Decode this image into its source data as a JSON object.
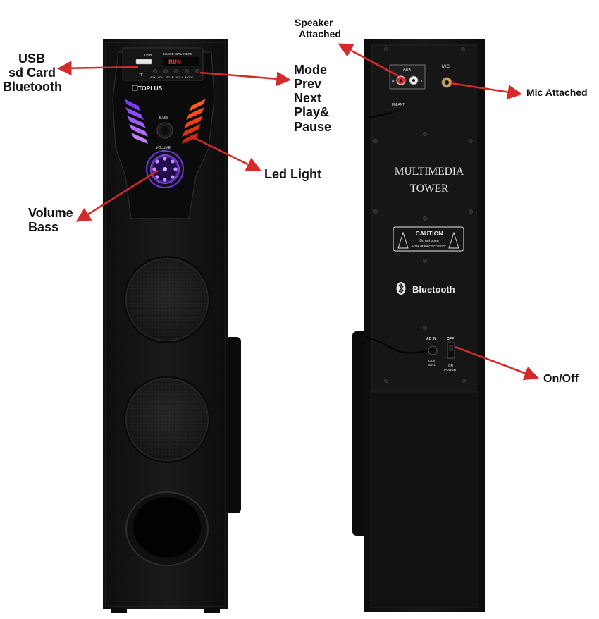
{
  "colors": {
    "arrow": "#d42a2a",
    "cabinet": "#121212",
    "panel": "#1b1b1b",
    "led_purple": "#7b3cff",
    "led_orange": "#ff5a1f",
    "display_red": "#ff2a2a",
    "print_light": "#e6e6e6"
  },
  "annotations": {
    "usb": [
      "USB",
      "sd Card",
      "Bluetooth"
    ],
    "controls": [
      "Mode",
      "Prev",
      "Next",
      "Play&",
      "Pause"
    ],
    "led": "Led Light",
    "volume": [
      "Volume",
      "Bass"
    ],
    "speaker": [
      "Speaker",
      "Attached"
    ],
    "mic": "Mic Attached",
    "power": "On/Off"
  },
  "front_panel": {
    "usb_label": "USB",
    "tf_label": "TF",
    "display_title": "MUSIC SPEAKERS",
    "display_readout": "RUN",
    "buttons_legend": "AUX   VOL-   SCAN   VOL+   MODE",
    "brand": "TOPLUS",
    "bass_label": "BASS",
    "volume_label": "VOLUME"
  },
  "back_panel": {
    "aux_label": "AUX",
    "aux_r": "R",
    "aux_l": "L",
    "mic_label": "MIC",
    "fm_label": "FM ANT.",
    "title_line1": "MULTIMEDIA",
    "title_line2": "TOWER",
    "caution_title": "CAUTION",
    "caution_line1": "Do not open",
    "caution_line2": "Risk of electric Shock",
    "bluetooth_label": "Bluetooth",
    "ac_in_label": "AC IN",
    "voltage_line1": "230V",
    "voltage_line2": "50Hz",
    "switch_off": "OFF",
    "switch_on": "ON",
    "switch_power": "POWER"
  }
}
